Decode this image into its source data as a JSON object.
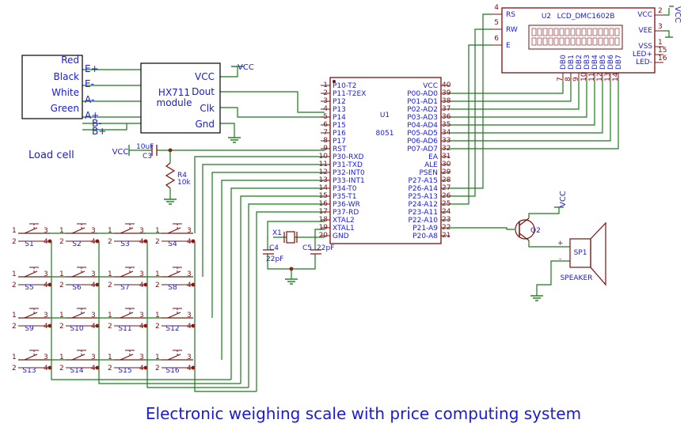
{
  "title": "Electronic weighing scale with price computing system",
  "load_cell": {
    "caption": "Load cell",
    "wires": [
      "Red",
      "Black",
      "White",
      "Green"
    ],
    "pins": [
      "E+",
      "E-",
      "A-",
      "A+",
      "B-",
      "B+"
    ]
  },
  "hx711": {
    "name": "HX711",
    "sub": "module",
    "pins": [
      "VCC",
      "Dout",
      "Clk",
      "Gnd"
    ]
  },
  "vcc": "VCC",
  "mcu": {
    "ref": "U1",
    "part": "8051",
    "left_pins": [
      [
        "1",
        "P10-T2"
      ],
      [
        "2",
        "P11-T2EX"
      ],
      [
        "3",
        "P12"
      ],
      [
        "4",
        "P13"
      ],
      [
        "5",
        "P14"
      ],
      [
        "6",
        "P15"
      ],
      [
        "7",
        "P16"
      ],
      [
        "8",
        "P17"
      ],
      [
        "9",
        "RST"
      ],
      [
        "10",
        "P30-RXD"
      ],
      [
        "11",
        "P31-TXD"
      ],
      [
        "12",
        "P32-INT0"
      ],
      [
        "13",
        "P33-INT1"
      ],
      [
        "14",
        "P34-T0"
      ],
      [
        "15",
        "P35-T1"
      ],
      [
        "16",
        "P36-WR"
      ],
      [
        "17",
        "P37-RD"
      ],
      [
        "18",
        "XTAL2"
      ],
      [
        "19",
        "XTAL1"
      ],
      [
        "20",
        "GND"
      ]
    ],
    "right_pins": [
      [
        "40",
        "VCC"
      ],
      [
        "39",
        "P00-AD0"
      ],
      [
        "38",
        "P01-AD1"
      ],
      [
        "37",
        "P02-AD2"
      ],
      [
        "36",
        "P03-AD3"
      ],
      [
        "35",
        "P04-AD4"
      ],
      [
        "34",
        "P05-AD5"
      ],
      [
        "33",
        "P06-AD6"
      ],
      [
        "32",
        "P07-AD7"
      ],
      [
        "31",
        "EA"
      ],
      [
        "30",
        "ALE"
      ],
      [
        "29",
        "PSEN"
      ],
      [
        "28",
        "P27-A15"
      ],
      [
        "27",
        "P26-A14"
      ],
      [
        "26",
        "P25-A13"
      ],
      [
        "25",
        "P24-A12"
      ],
      [
        "24",
        "P23-A11"
      ],
      [
        "23",
        "P22-A10"
      ],
      [
        "22",
        "P21-A9"
      ],
      [
        "21",
        "P20-A8"
      ]
    ]
  },
  "lcd": {
    "ref": "U2",
    "part": "LCD_DMC1602B",
    "left_pins": [
      [
        "4",
        "RS"
      ],
      [
        "5",
        "RW"
      ],
      [
        "6",
        "E"
      ]
    ],
    "right_pins": [
      [
        "2",
        "VCC"
      ],
      [
        "3",
        "VEE"
      ],
      [
        "1",
        "VSS"
      ],
      [
        "15",
        "LED+"
      ],
      [
        "16",
        "LED-"
      ]
    ],
    "db_pins": [
      [
        "7",
        "DB0"
      ],
      [
        "8",
        "DB1"
      ],
      [
        "9",
        "DB2"
      ],
      [
        "10",
        "DB3"
      ],
      [
        "11",
        "DB4"
      ],
      [
        "12",
        "DB5"
      ],
      [
        "13",
        "DB6"
      ],
      [
        "14",
        "DB7"
      ]
    ]
  },
  "components": {
    "c3": {
      "ref": "C3",
      "value": "10uF"
    },
    "r4": {
      "ref": "R4",
      "value": "10k"
    },
    "x1": {
      "ref": "X1"
    },
    "c4": {
      "ref": "C4",
      "value": "22pF"
    },
    "c5": {
      "ref": "C5",
      "value": "22pF"
    },
    "q2": {
      "ref": "Q2"
    },
    "sp1": {
      "ref": "SP1",
      "caption": "SPEAKER",
      "plus": "+",
      "minus": "-"
    }
  },
  "switches": [
    "S1",
    "S2",
    "S3",
    "S4",
    "S5",
    "S6",
    "S7",
    "S8",
    "S9",
    "S10",
    "S11",
    "S12",
    "S13",
    "S14",
    "S15",
    "S16"
  ],
  "switch_pins": [
    "1",
    "2",
    "3",
    "4"
  ],
  "colors": {
    "wire": "#1a7a1a",
    "body": "#7a1010",
    "text": "#1a1ad9",
    "dot": "#a01010"
  }
}
